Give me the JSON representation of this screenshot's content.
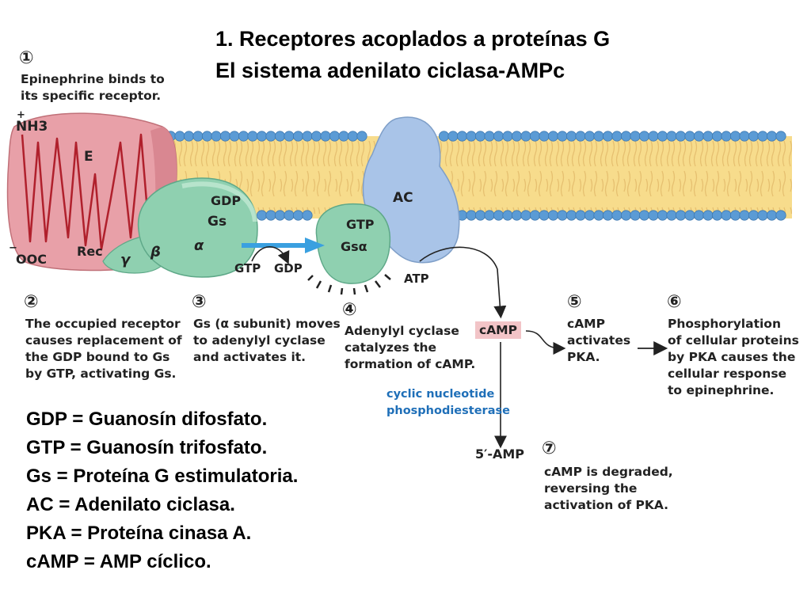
{
  "title": {
    "line1": "1. Receptores acoplados a proteínas G",
    "line2": "El sistema adenilato ciclasa-AMPc"
  },
  "steps": [
    {
      "num": "①",
      "lines": [
        "Epinephrine binds to",
        "its specific receptor."
      ]
    },
    {
      "num": "②",
      "lines": [
        "The occupied receptor",
        "causes replacement of",
        "the GDP bound to Gs",
        "by GTP, activating Gs."
      ]
    },
    {
      "num": "③",
      "lines": [
        "Gs (α subunit) moves",
        "to adenylyl cyclase",
        "and activates it."
      ]
    },
    {
      "num": "④",
      "lines": [
        "Adenylyl cyclase",
        "catalyzes the",
        "formation of cAMP."
      ]
    },
    {
      "num": "⑤",
      "lines": [
        "cAMP",
        "activates",
        "PKA."
      ]
    },
    {
      "num": "⑥",
      "lines": [
        "Phosphorylation",
        "of cellular proteins",
        "by PKA causes the",
        "cellular response",
        "to epinephrine."
      ]
    },
    {
      "num": "⑦",
      "lines": [
        "cAMP is degraded,",
        "reversing the",
        "activation of PKA."
      ]
    }
  ],
  "labels": {
    "nh3": "NH3",
    "nh3_charge": "+",
    "ooc": "OOC",
    "ooc_charge": "−",
    "e": "E",
    "rec": "Rec",
    "gamma": "γ",
    "beta": "β",
    "alpha": "α",
    "gdp_top": "GDP",
    "gs": "Gs",
    "gtp_top": "GTP",
    "gsa": "Gsα",
    "ac": "AC",
    "gtp_bottom": "GTP",
    "gdp_bottom": "GDP",
    "atp": "ATP",
    "camp": "cAMP",
    "pde_line1": "cyclic nucleotide",
    "pde_line2": "phosphodiesterase",
    "amp5": "5′-AMP"
  },
  "legend": [
    "GDP = Guanosín difosfato.",
    "GTP = Guanosín trifosfato.",
    "Gs = Proteína G estimulatoria.",
    "AC = Adenilato ciclasa.",
    "PKA = Proteína cinasa A.",
    "cAMP = AMP cíclico."
  ],
  "colors": {
    "membrane_heads": "#5b9bd5",
    "membrane_core": "#f7dc8c",
    "receptor": "#e8a0a8",
    "g_protein": "#8fd0b0",
    "adenylyl_cyclase": "#a9c4e8",
    "arrow_blue": "#3aa0e0",
    "camp_box": "#f2c4c7",
    "pde_text": "#1f6fb8"
  }
}
